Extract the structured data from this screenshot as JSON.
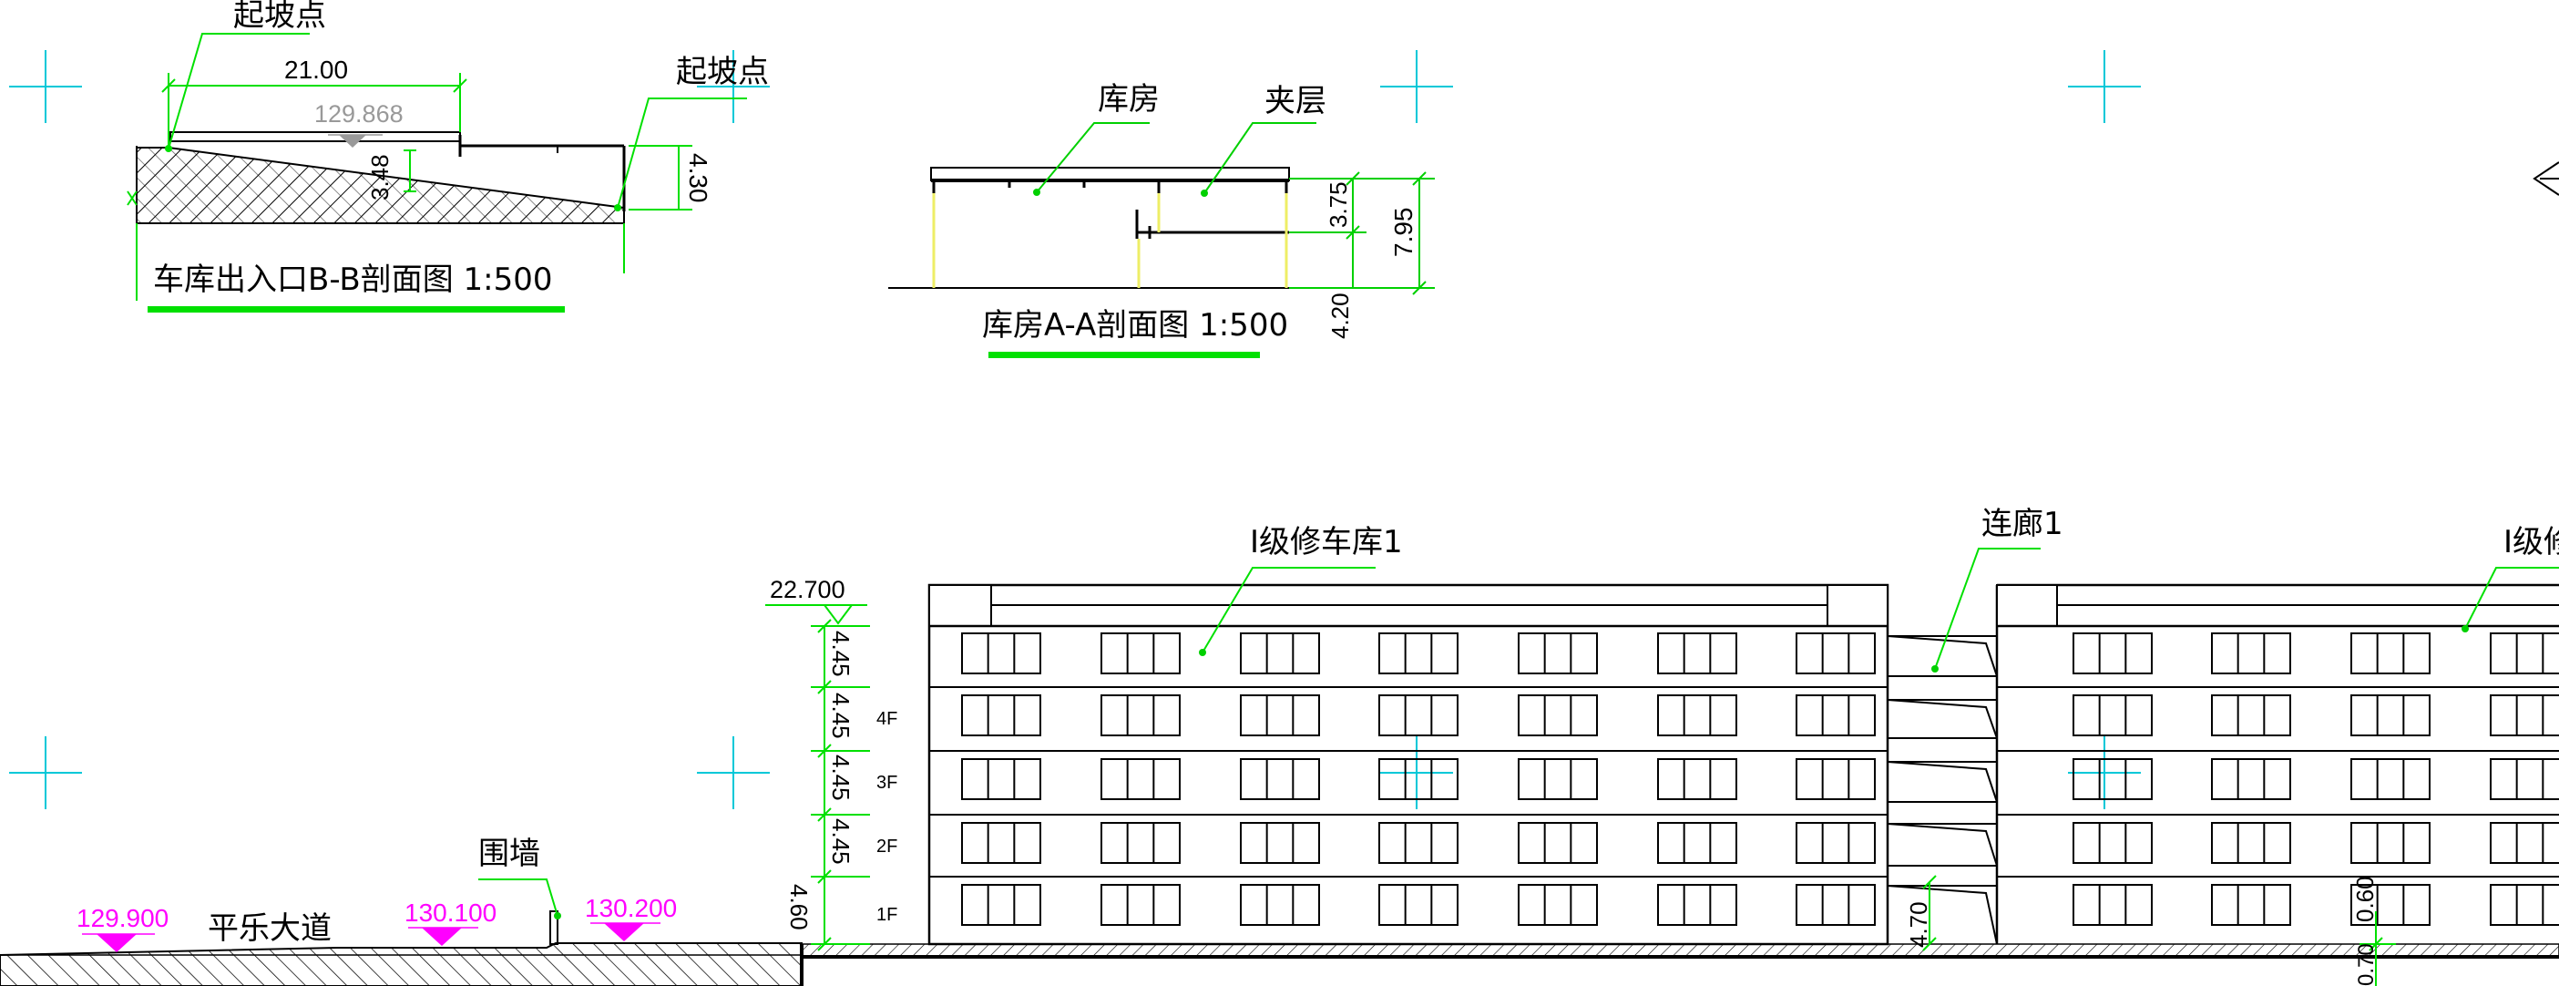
{
  "colors": {
    "background": "#ffffff",
    "linework": "#000000",
    "dimension": "#00e000",
    "leader": "#00d000",
    "grid_mark": "#00c8d8",
    "elevation_marker": "#ff00ff",
    "elevation_gray": "#999999",
    "column_yellow": "#eeee66"
  },
  "section_bb": {
    "title": "车库出入口B-B剖面图  1:500",
    "label_start_left": "起坡点",
    "label_start_right": "起坡点",
    "dim_length": "21.00",
    "elevation": "129.868",
    "dim_inner": "3.48",
    "dim_height": "4.30"
  },
  "section_aa": {
    "title": "库房A-A剖面图 1:500",
    "label_warehouse": "库房",
    "label_mezzanine": "夹层",
    "dim_upper": "3.75",
    "dim_total": "7.95",
    "dim_lower": "4.20"
  },
  "elevation_view": {
    "label_garage_1": "Ⅰ级修车库1",
    "label_corridor": "连廊1",
    "label_garage_2": "Ⅰ级修",
    "top_elevation": "22.700",
    "floor_dims": [
      "4.45",
      "4.45",
      "4.45",
      "4.45",
      "4.60"
    ],
    "floor_labels": [
      "4F",
      "3F",
      "2F",
      "1F"
    ],
    "corridor_dim": "4.70",
    "right_dim_a": "0.60",
    "right_dim_b": "0.70",
    "wall_label": "围墙",
    "road_label": "平乐大道",
    "ground_elevations": [
      "129.900",
      "130.100",
      "130.200"
    ]
  }
}
